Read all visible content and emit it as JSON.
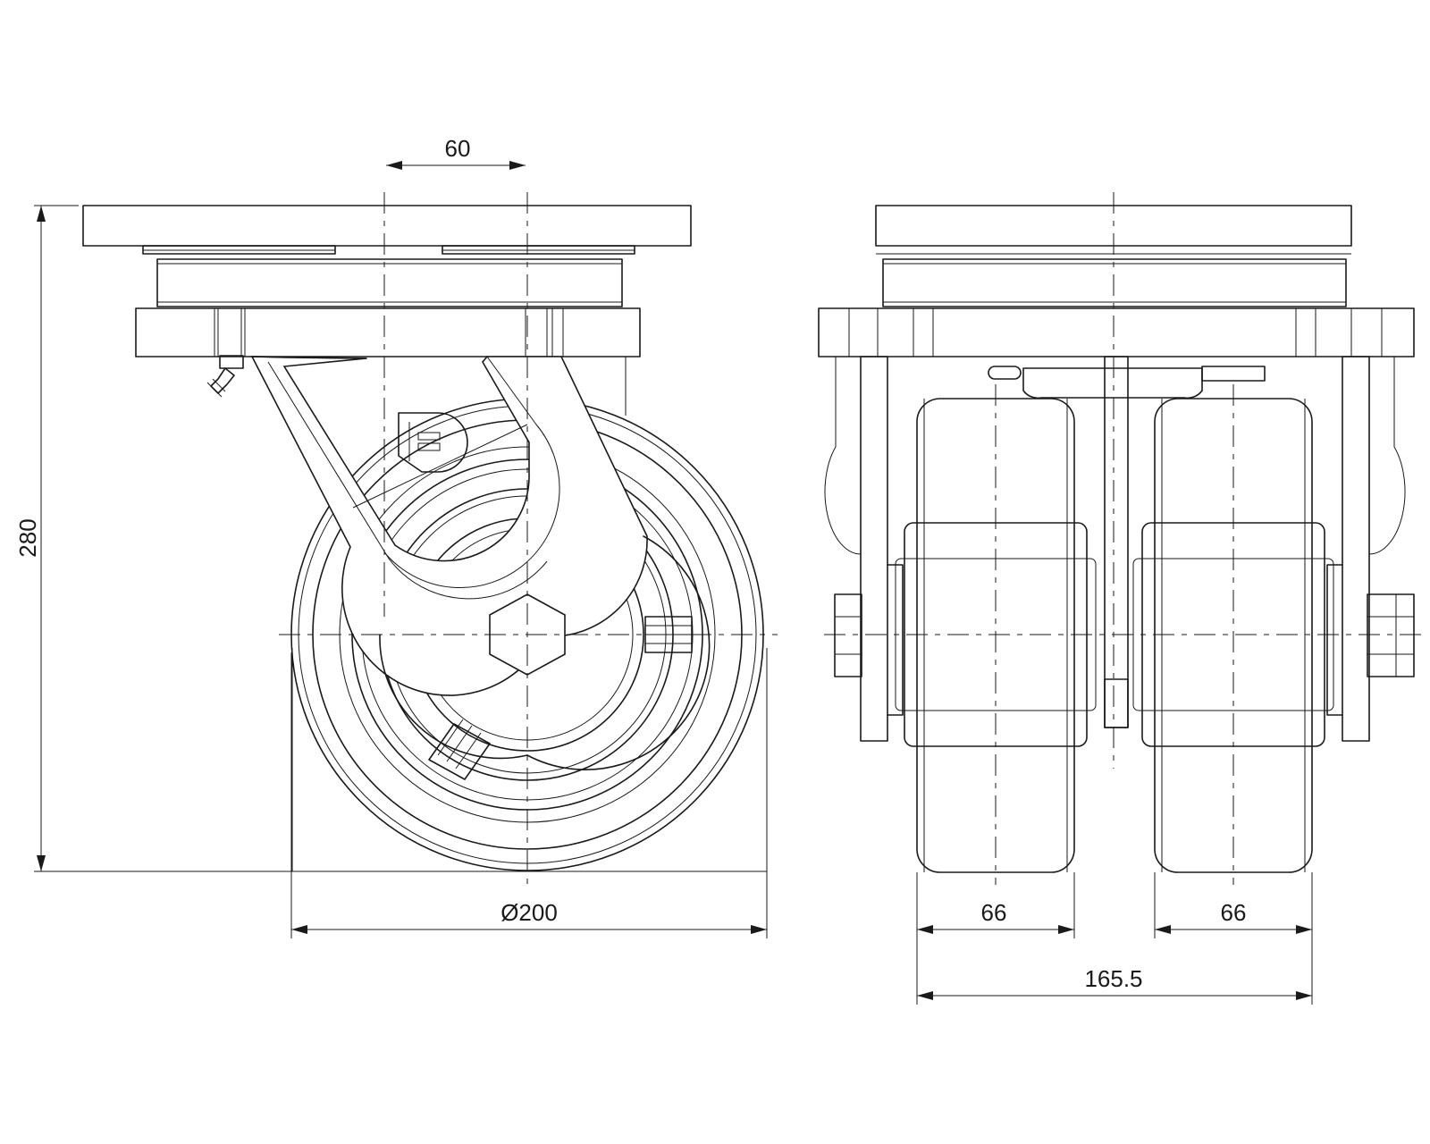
{
  "dimensions": {
    "offset": "60",
    "height": "280",
    "wheel_diameter": "Ø200",
    "wheel_width_left": "66",
    "wheel_width_right": "66",
    "overall_width": "165.5"
  }
}
